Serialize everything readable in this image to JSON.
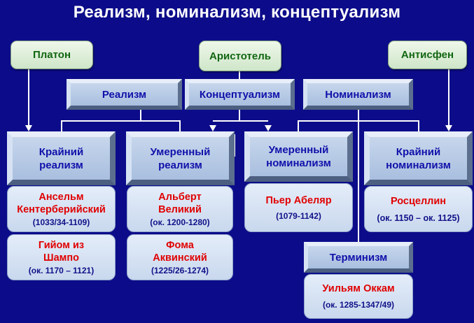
{
  "title": "Реализм, номинализм, концептуализм",
  "philosophers": {
    "plato": "Платон",
    "aristotle": "Аристотель",
    "antisthenes": "Антисфен"
  },
  "schools": {
    "realism": "Реализм",
    "conceptualism": "Концептуализм",
    "nominalism": "Номинализм"
  },
  "branches": {
    "extreme_realism": "Крайний реализм",
    "moderate_realism": "Умеренный реализм",
    "moderate_nominalism": "Умеренный номинализм",
    "extreme_nominalism": "Крайний номинализм",
    "terminism": "Терминизм"
  },
  "thinkers": {
    "anselm": {
      "name": "Ансельм Кентерберийский",
      "dates": "(1033/34-1109)"
    },
    "guillaume": {
      "name": "Гийом из Шампо",
      "dates": "(ок. 1170 – 1121)"
    },
    "albert": {
      "name": "Альберт Великий",
      "dates": "(ок. 1200-1280)"
    },
    "thomas": {
      "name": "Фома Аквинский",
      "dates": "(1225/26-1274)"
    },
    "abelard": {
      "name": "Пьер Абеляр",
      "dates": "(1079-1142)"
    },
    "roscelin": {
      "name": "Росцеллин",
      "dates": "(ок. 1150 – ок. 1125)"
    },
    "ockham": {
      "name": "Уильям Оккам",
      "dates": "(ок. 1285-1347/49)"
    }
  },
  "colors": {
    "background": "#0c0c8a",
    "school_text": "#1111aa",
    "philosopher_text": "#116611",
    "thinker_name": "#e00000"
  }
}
